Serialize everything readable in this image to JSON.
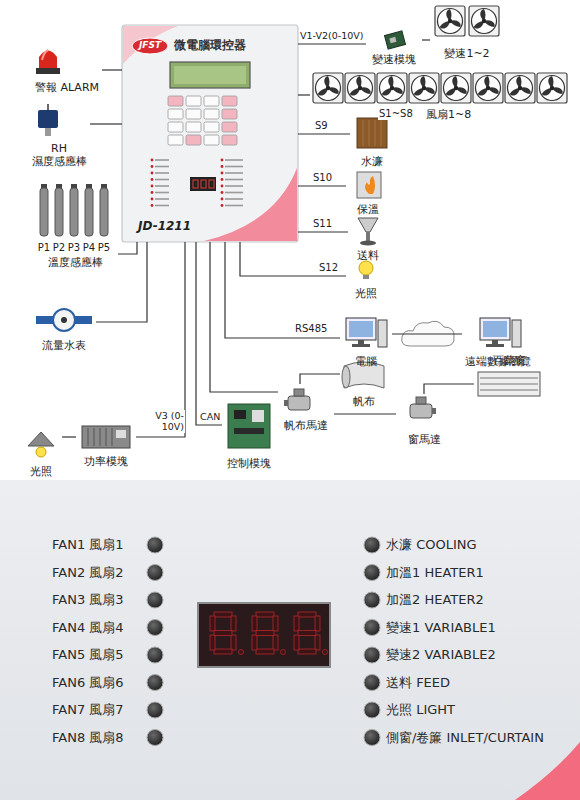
{
  "diagram": {
    "nodes": [
      {
        "text": [
          "JFST",
          "微電腦環控器",
          "JD-1211"
        ]
      },
      {
        "text": [
          "變速模塊"
        ]
      },
      {
        "text": [
          "變速1~2"
        ]
      },
      {
        "text": [
          "風扇1~8"
        ]
      },
      {
        "text": [
          "警報 ALARM"
        ]
      },
      {
        "text": [
          "RH",
          "濕度感應棒"
        ]
      },
      {
        "text": [
          "P1",
          "P2",
          "P3",
          "P4",
          "P5",
          "溫度感應棒"
        ]
      },
      {
        "text": [
          "水濂"
        ]
      },
      {
        "text": [
          "保溫"
        ]
      },
      {
        "text": [
          "送料"
        ]
      },
      {
        "text": [
          "光照"
        ]
      },
      {
        "text": [
          "電腦"
        ]
      },
      {
        "text": [
          "遠端數據瀏覽"
        ]
      },
      {
        "text": [
          "帆布馬達"
        ]
      },
      {
        "text": [
          "帆布"
        ]
      },
      {
        "text": [
          "窗馬達"
        ]
      },
      {
        "text": [
          "百葉窗"
        ]
      },
      {
        "text": [
          "控制模塊"
        ]
      },
      {
        "text": [
          "功率模塊"
        ]
      },
      {
        "text": [
          "流量水表"
        ]
      },
      {
        "text": [
          "光照"
        ]
      }
    ],
    "edges": [
      {
        "from": 0,
        "to": 1,
        "label": "V1-V2(0-10V)",
        "arrow": "none"
      },
      {
        "from": 1,
        "to": 2,
        "arrow": "none"
      },
      {
        "from": 0,
        "to": 3,
        "label": "S1~S8",
        "arrow": "none"
      },
      {
        "from": 0,
        "to": 4,
        "arrow": "none"
      },
      {
        "from": 0,
        "to": 5,
        "arrow": "none"
      },
      {
        "from": 0,
        "to": 6,
        "arrow": "none"
      },
      {
        "from": 0,
        "to": 7,
        "label": "S9",
        "arrow": "none"
      },
      {
        "from": 0,
        "to": 8,
        "label": "S10",
        "arrow": "none"
      },
      {
        "from": 0,
        "to": 9,
        "label": "S11",
        "arrow": "none"
      },
      {
        "from": 0,
        "to": 10,
        "label": "S12",
        "arrow": "none"
      },
      {
        "from": 0,
        "to": 11,
        "label": "RS485",
        "arrow": "none"
      },
      {
        "from": 11,
        "to": 12,
        "arrow": "none"
      },
      {
        "from": 0,
        "to": 13,
        "arrow": "none"
      },
      {
        "from": 13,
        "to": 14,
        "arrow": "none"
      },
      {
        "from": 13,
        "to": 15,
        "arrow": "none"
      },
      {
        "from": 15,
        "to": 16,
        "arrow": "none"
      },
      {
        "from": 0,
        "to": 17,
        "label": "CAN",
        "arrow": "none"
      },
      {
        "from": 0,
        "to": 18,
        "label": "V3 (0-10V)",
        "arrow": "none"
      },
      {
        "from": 18,
        "to": 20,
        "arrow": "none"
      },
      {
        "from": 0,
        "to": 19,
        "arrow": "none"
      }
    ],
    "labels": [
      "FAN1 風扇1",
      "FAN2 風扇2",
      "FAN3 風扇3",
      "FAN4 風扇4",
      "FAN5 風扇5",
      "FAN6 風扇6",
      "FAN7 風扇7",
      "FAN8 風扇8",
      "水濂 COOLING",
      "加溫1 HEATER1",
      "加溫2 HEATER2",
      "變速1 VARIABLE1",
      "變速2 VARIABLE2",
      "送料 FEED",
      "光照 LIGHT",
      "側窗/卷簾 INLET/CURTAIN"
    ]
  }
}
